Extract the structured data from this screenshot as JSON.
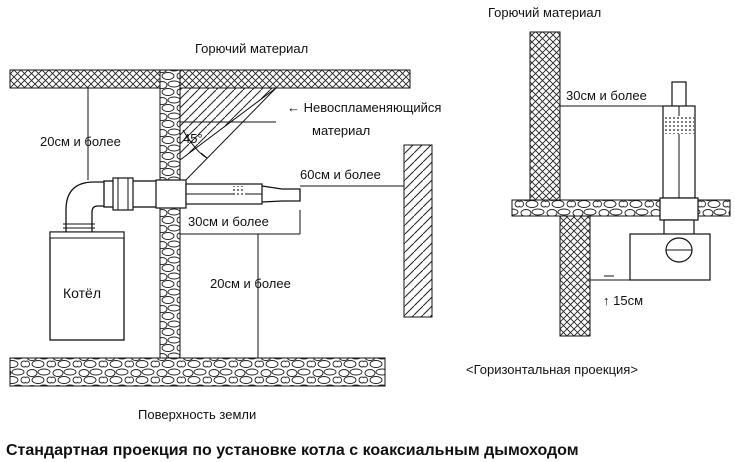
{
  "left_view": {
    "combustible_label": "Горючий материал",
    "nonflammable_label_line1": "← Невоспламеняющийся",
    "nonflammable_label_line2": "материал",
    "angle_label": "45°",
    "dim_top": "20см и более",
    "dim_wall_right": "60см и более",
    "dim_pipe_below": "30см и более",
    "dim_floor": "20см и более",
    "boiler_label": "Котёл",
    "ground_label": "Поверхность земли"
  },
  "right_view": {
    "combustible_label": "Горючий материал",
    "dim_top": "30см и более",
    "dim_bottom": "↑ 15см",
    "projection_label": "<Горизонтальная проекция>"
  },
  "title": "Стандартная проекция по установке котла с коаксиальным дымоходом"
}
